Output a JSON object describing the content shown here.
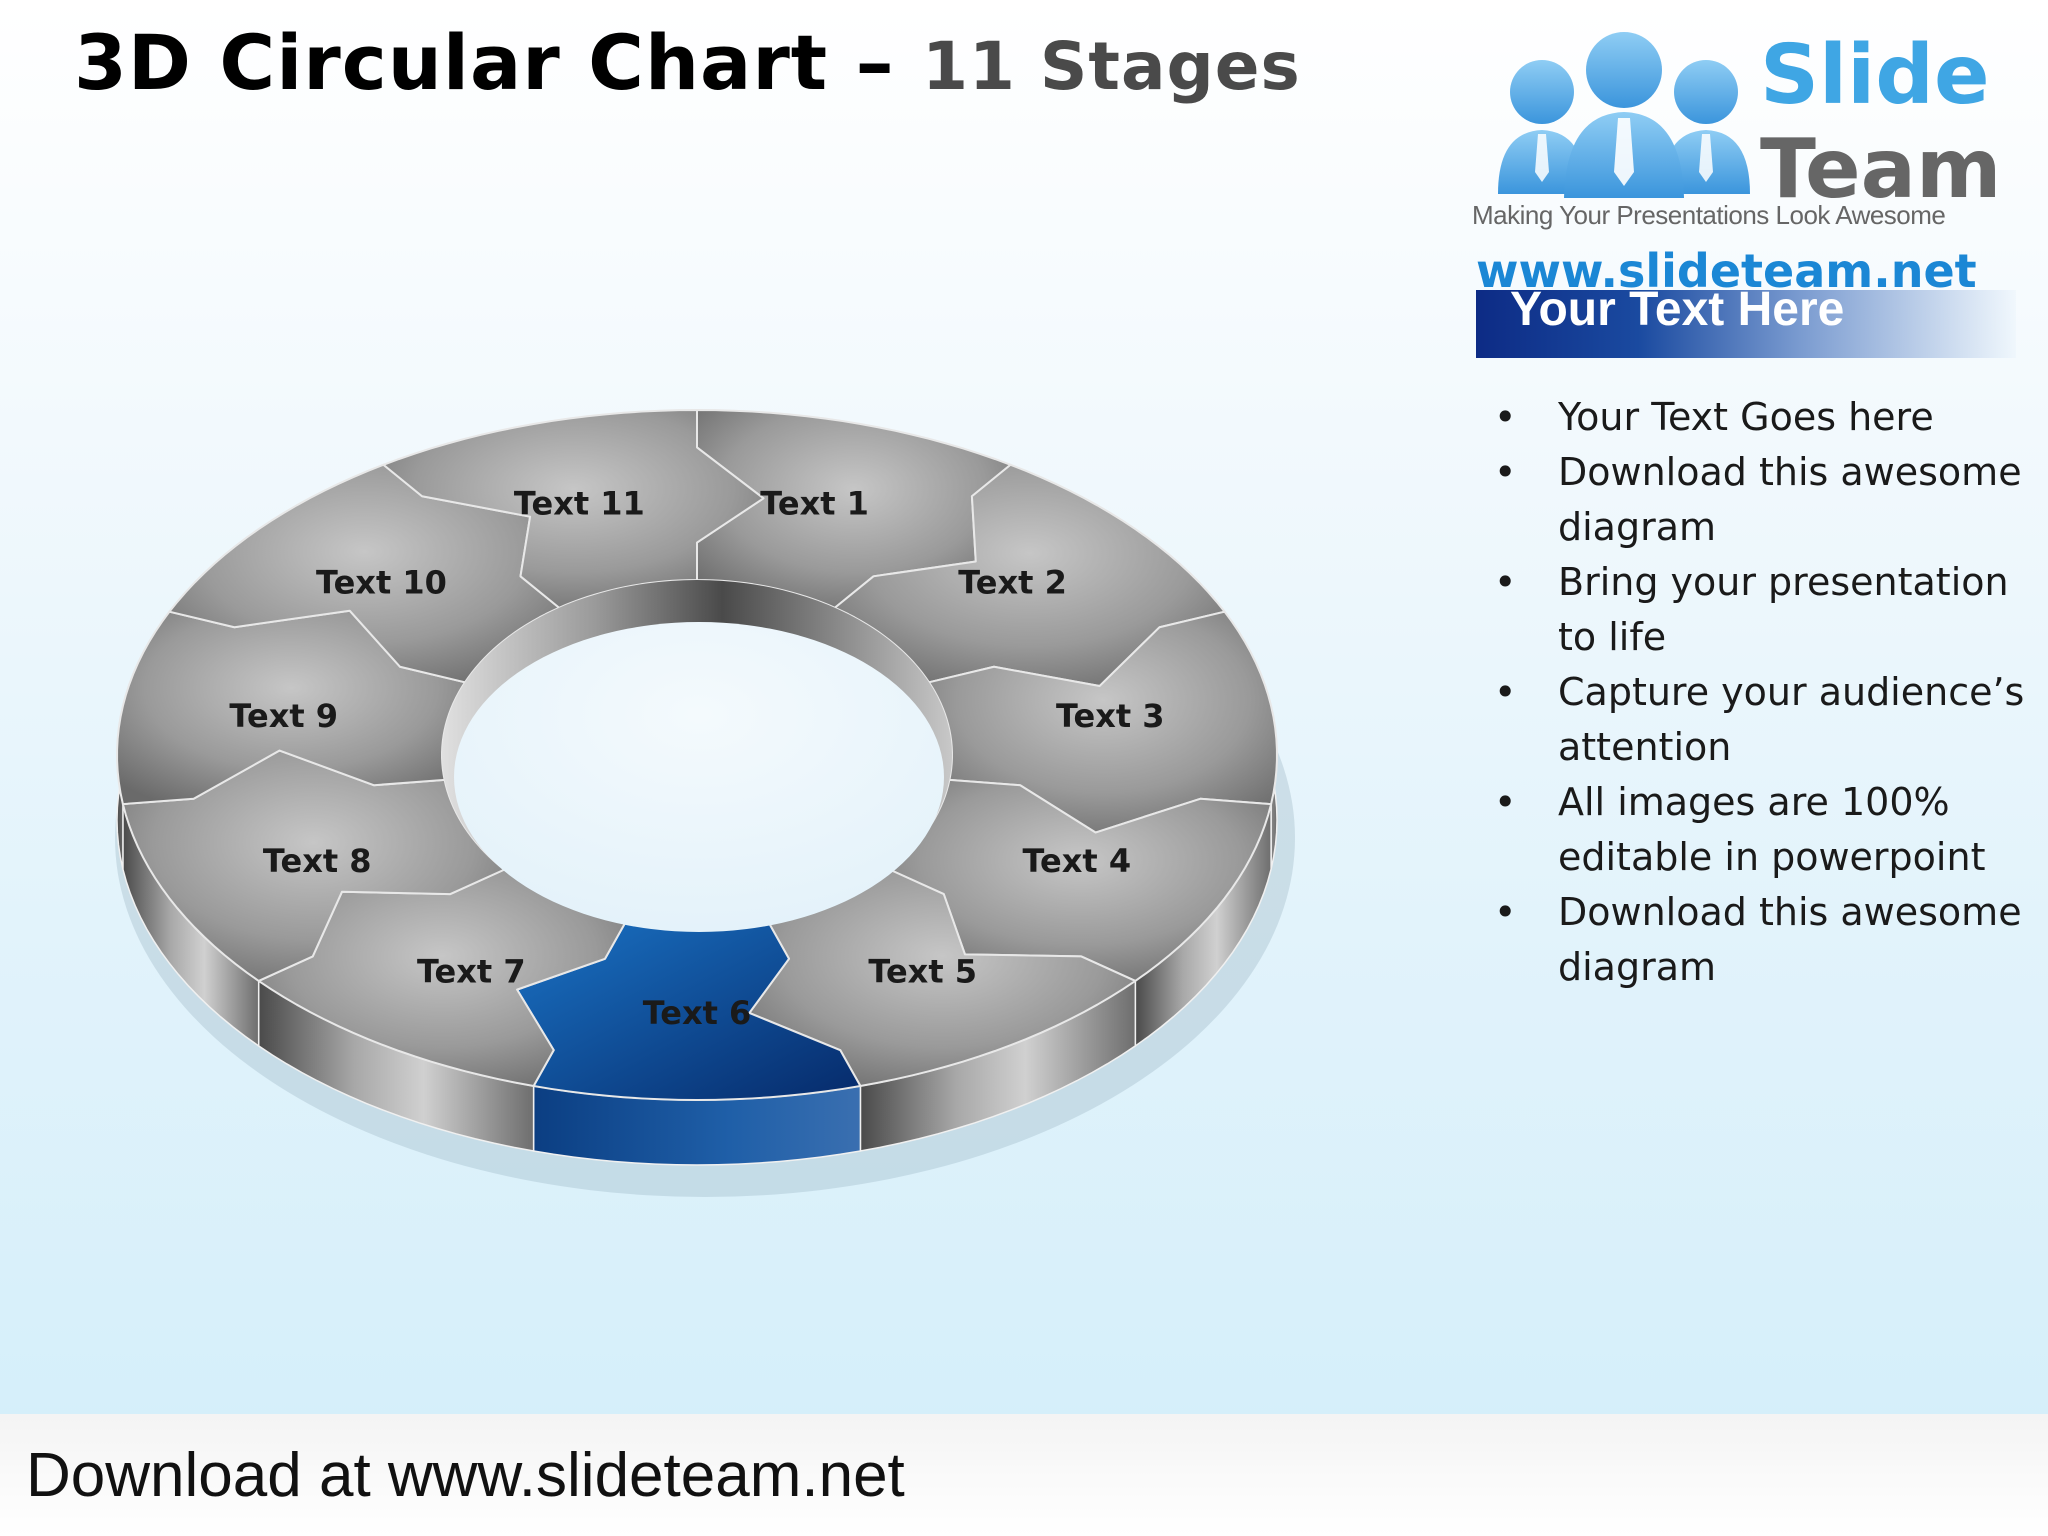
{
  "title": {
    "main": "3D Circular Chart –",
    "sub": "11 Stages"
  },
  "logo": {
    "brand_line1": "Slide",
    "brand_line2": "Team",
    "tagline": "Making Your Presentations Look Awesome",
    "url": "www.slideteam.net"
  },
  "panel": {
    "header": "Your Text Here",
    "bullets": [
      "Your Text Goes here",
      "Download this awesome diagram",
      "Bring your presentation to life",
      "Capture your audience’s attention",
      "All images are 100% editable in powerpoint",
      "Download this awesome diagram"
    ]
  },
  "diagram": {
    "stages": [
      "Text 1",
      "Text 2",
      "Text 3",
      "Text 4",
      "Text 5",
      "Text 6",
      "Text 7",
      "Text 8",
      "Text 9",
      "Text 10",
      "Text 11"
    ],
    "highlighted_stage": 6,
    "colors": {
      "segment": "#8c8c8c",
      "highlight": "#0a57a8",
      "label": "#1a1a1a"
    }
  },
  "footer": {
    "text": "Download at www.slideteam.net"
  }
}
